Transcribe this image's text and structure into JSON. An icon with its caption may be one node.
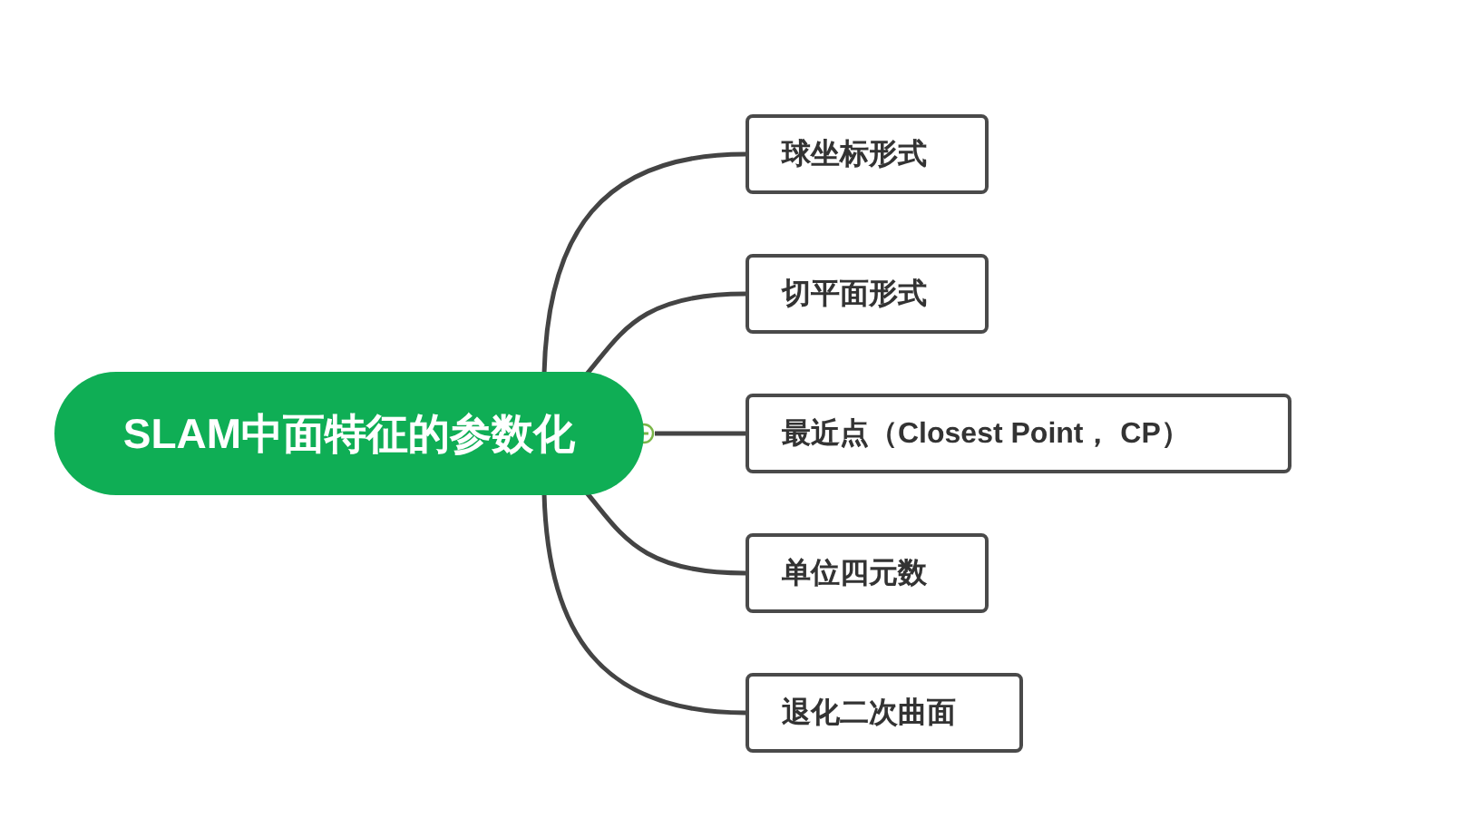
{
  "diagram": {
    "nodes": [
      {
        "text": [
          "SLAM中面特征的参数化"
        ]
      },
      {
        "text": [
          "球坐标形式"
        ]
      },
      {
        "text": [
          "切平面形式"
        ]
      },
      {
        "text": [
          "最近点（Closest Point， CP）"
        ]
      },
      {
        "text": [
          "单位四元数"
        ]
      },
      {
        "text": [
          "退化二次曲面"
        ]
      }
    ],
    "edges": [
      {
        "from": 0,
        "to": 1,
        "arrow": "none"
      },
      {
        "from": 0,
        "to": 2,
        "arrow": "none"
      },
      {
        "from": 0,
        "to": 3,
        "arrow": "none"
      },
      {
        "from": 0,
        "to": 4,
        "arrow": "none"
      },
      {
        "from": 0,
        "to": 5,
        "arrow": "none"
      }
    ]
  }
}
